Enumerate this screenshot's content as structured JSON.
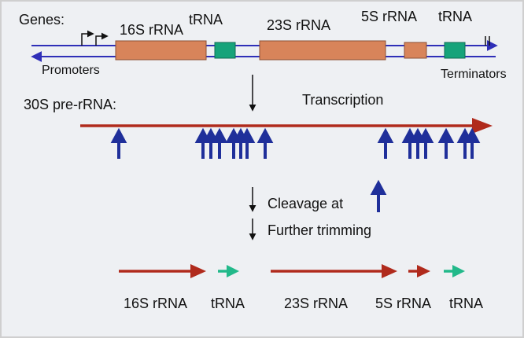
{
  "labels": {
    "genes": "Genes:",
    "rrna_16s_top": "16S rRNA",
    "trna_top_1": "tRNA",
    "rrna_23s_top": "23S rRNA",
    "rrna_5s_top": "5S rRNA",
    "trna_top_2": "tRNA",
    "promoters": "Promoters",
    "terminators": "Terminators",
    "pre_rrna": "30S pre-rRNA:",
    "transcription": "Transcription",
    "cleavage": "Cleavage at",
    "trimming": "Further trimming",
    "rrna_16s_bottom": "16S rRNA",
    "trna_bottom_1": "tRNA",
    "rrna_23s_bottom": "23S rRNA",
    "rrna_5s_bottom": "5S rRNA",
    "trna_bottom_2": "tRNA"
  },
  "colors": {
    "background": "#eef0f3",
    "dna_strand": "#2f2fb8",
    "rrna_gene": "#d8845a",
    "trna_gene": "#16a37a",
    "transcript": "#b02a1c",
    "cleavage_arrow": "#1f2f9a",
    "trna_product": "#22b98a",
    "text": "#111111"
  },
  "icons": {
    "promoter_marker": "bent-arrow-icon",
    "terminator_marker": "hairpin-icon",
    "cleavage_site_marker": "up-arrow-icon",
    "process_step_marker": "down-arrow-icon"
  }
}
